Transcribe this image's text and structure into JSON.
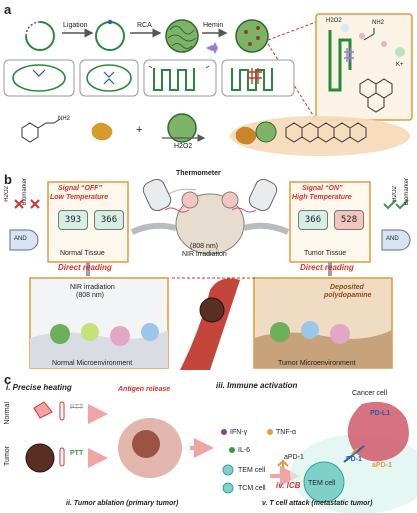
{
  "panel_a": {
    "letter": "a",
    "steps": [
      "Ligation",
      "RCA",
      "Hemin"
    ],
    "inset_labels": [
      "H2O2",
      "K+"
    ],
    "reaction_label": "H2O2",
    "nh2": "NH2"
  },
  "panel_b": {
    "letter": "b",
    "left_side": {
      "h2o2": "H2O2",
      "biomarker": "Biomarker",
      "gate": "AND",
      "signal": "Signal “OFF”",
      "temp": "Low Temperature",
      "readings": [
        "393",
        "366"
      ],
      "tissue": "Normal Tissue",
      "direct": "Direct reading"
    },
    "right_side": {
      "h2o2": "H2O2",
      "biomarker": "Biomarker",
      "gate": "AND",
      "signal": "Signal “ON”",
      "temp": "High Temperature",
      "readings": [
        "366",
        "528"
      ],
      "tissue": "Tumor Tissue",
      "direct": "Direct reading"
    },
    "thermometer": "Thermometer",
    "nir_center": "(808 nm)",
    "nir_center2": "NIR irradiation",
    "normal_micro": {
      "nir": "NIR irradiation",
      "nm": "(808 nm)",
      "caption": "Normal Microenvironment"
    },
    "tumor_micro": {
      "deposited": "Deposited",
      "polydopamine": "polydopamine",
      "caption": "Tumor  Microenvironment"
    }
  },
  "panel_c": {
    "letter": "c",
    "precise": "i. Precise heating",
    "normal": "Normal",
    "tumor": "Tumor",
    "ptt": "PTT",
    "antigen": "Antigen release",
    "ablation": "ii. Tumor ablation (primary tumor)",
    "immune": "iii. Immune activation",
    "ifn": "IFN-γ",
    "tnf": "TNF-α",
    "il6": "IL-6",
    "tem": "TEM cell",
    "tcm": "TCM cell",
    "apd1": "aPD-1",
    "icb": "iv. ICB",
    "cancer": "Cancer cell",
    "pdl1": "PD-L1",
    "pd1": "PD-1",
    "apd1b": "aPD-1",
    "tem2": "TEM cell",
    "attack": "v. T cell attack (metastatic tumor)"
  },
  "colors": {
    "red": "#d8322a",
    "orange": "#e39a3c",
    "green": "#3a9a4a",
    "teal": "#2fa59a",
    "brown": "#8a4a1a"
  }
}
